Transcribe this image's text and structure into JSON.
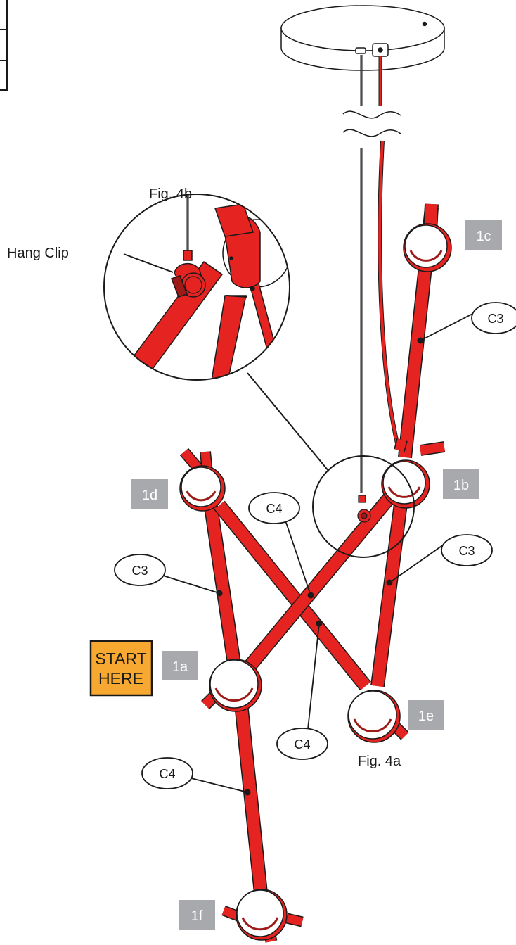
{
  "figures": {
    "main_caption": "Fig. 4a",
    "detail_caption": "Fig. 4b",
    "hang_clip_label": "Hang Clip"
  },
  "start_badge": {
    "line1": "START",
    "line2": "HERE"
  },
  "nodes": {
    "n1a": "1a",
    "n1b": "1b",
    "n1c": "1c",
    "n1d": "1d",
    "n1e": "1e",
    "n1f": "1f"
  },
  "callouts": {
    "c_upper_right": "C3",
    "c_mid_right": "C3",
    "c_left": "C3",
    "c_center_top": "C4",
    "c_center_bottom": "C4",
    "c_lower_left": "C4"
  },
  "colors": {
    "arm": "#e52421",
    "arm_dark": "#9e1a18",
    "tag_bg": "#a7a9ac",
    "start_bg": "#f7a831",
    "outline": "#1a1a1a"
  }
}
